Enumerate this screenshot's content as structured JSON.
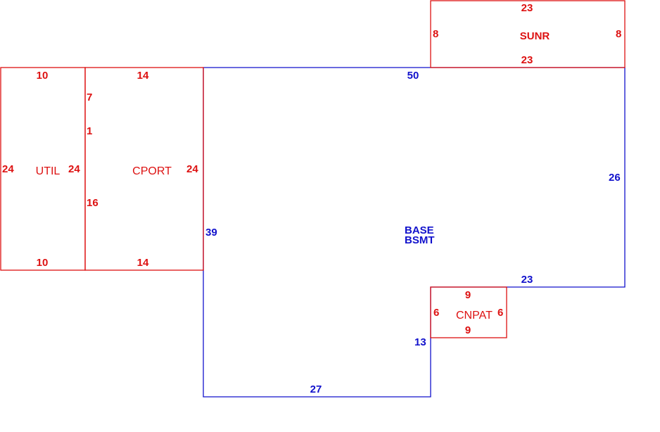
{
  "colors": {
    "additions": "#dd1111",
    "base": "#1111cc",
    "background": "#ffffff"
  },
  "sunroom": {
    "name": "SUNR",
    "top": "23",
    "bottom": "23",
    "left": "8",
    "right": "8"
  },
  "utility": {
    "name": "UTIL",
    "top": "10",
    "bottom": "10",
    "left": "24",
    "right": "24"
  },
  "carport": {
    "name": "CPORT",
    "top": "14",
    "bottom": "14",
    "right": "24",
    "left_segments": [
      "7",
      "1",
      "16"
    ]
  },
  "base": {
    "name_line1": "BASE",
    "name_line2": "BSMT",
    "top": "50",
    "right": "26",
    "notch_top": "23",
    "notch_left": "13",
    "bottom": "27",
    "left": "39"
  },
  "canopy_patio": {
    "name": "CNPAT",
    "top": "9",
    "bottom": "9",
    "left": "6",
    "right": "6"
  }
}
